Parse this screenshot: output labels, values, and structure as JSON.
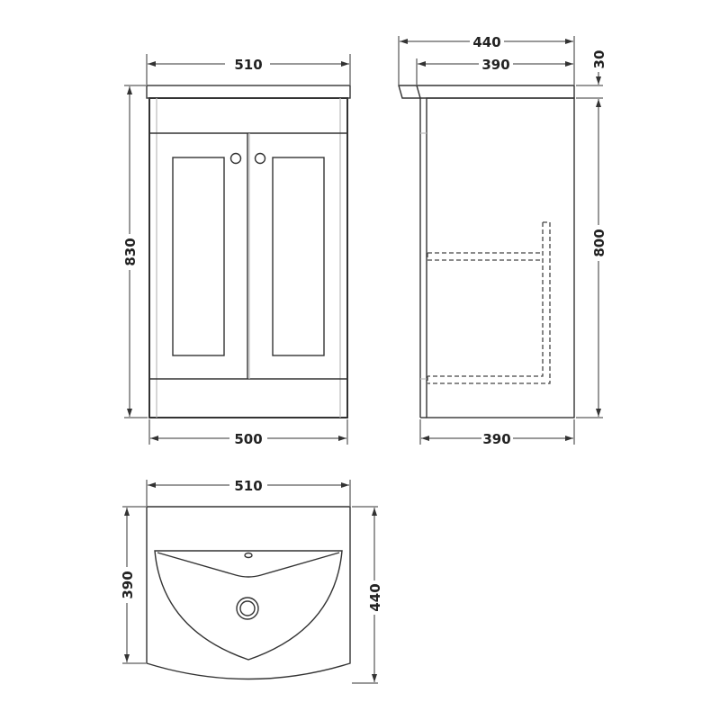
{
  "diagram": {
    "type": "vanity unit dimension drawing",
    "units": "mm",
    "views": {
      "front": {
        "overall_width": "510",
        "body_width": "500",
        "overall_height": "830"
      },
      "side": {
        "top_depth": "440",
        "body_depth_top": "390",
        "basin_thickness": "30",
        "body_height": "800",
        "body_depth_bottom": "390"
      },
      "plan": {
        "width": "510",
        "side_depth": "390",
        "centre_depth": "440"
      }
    }
  }
}
